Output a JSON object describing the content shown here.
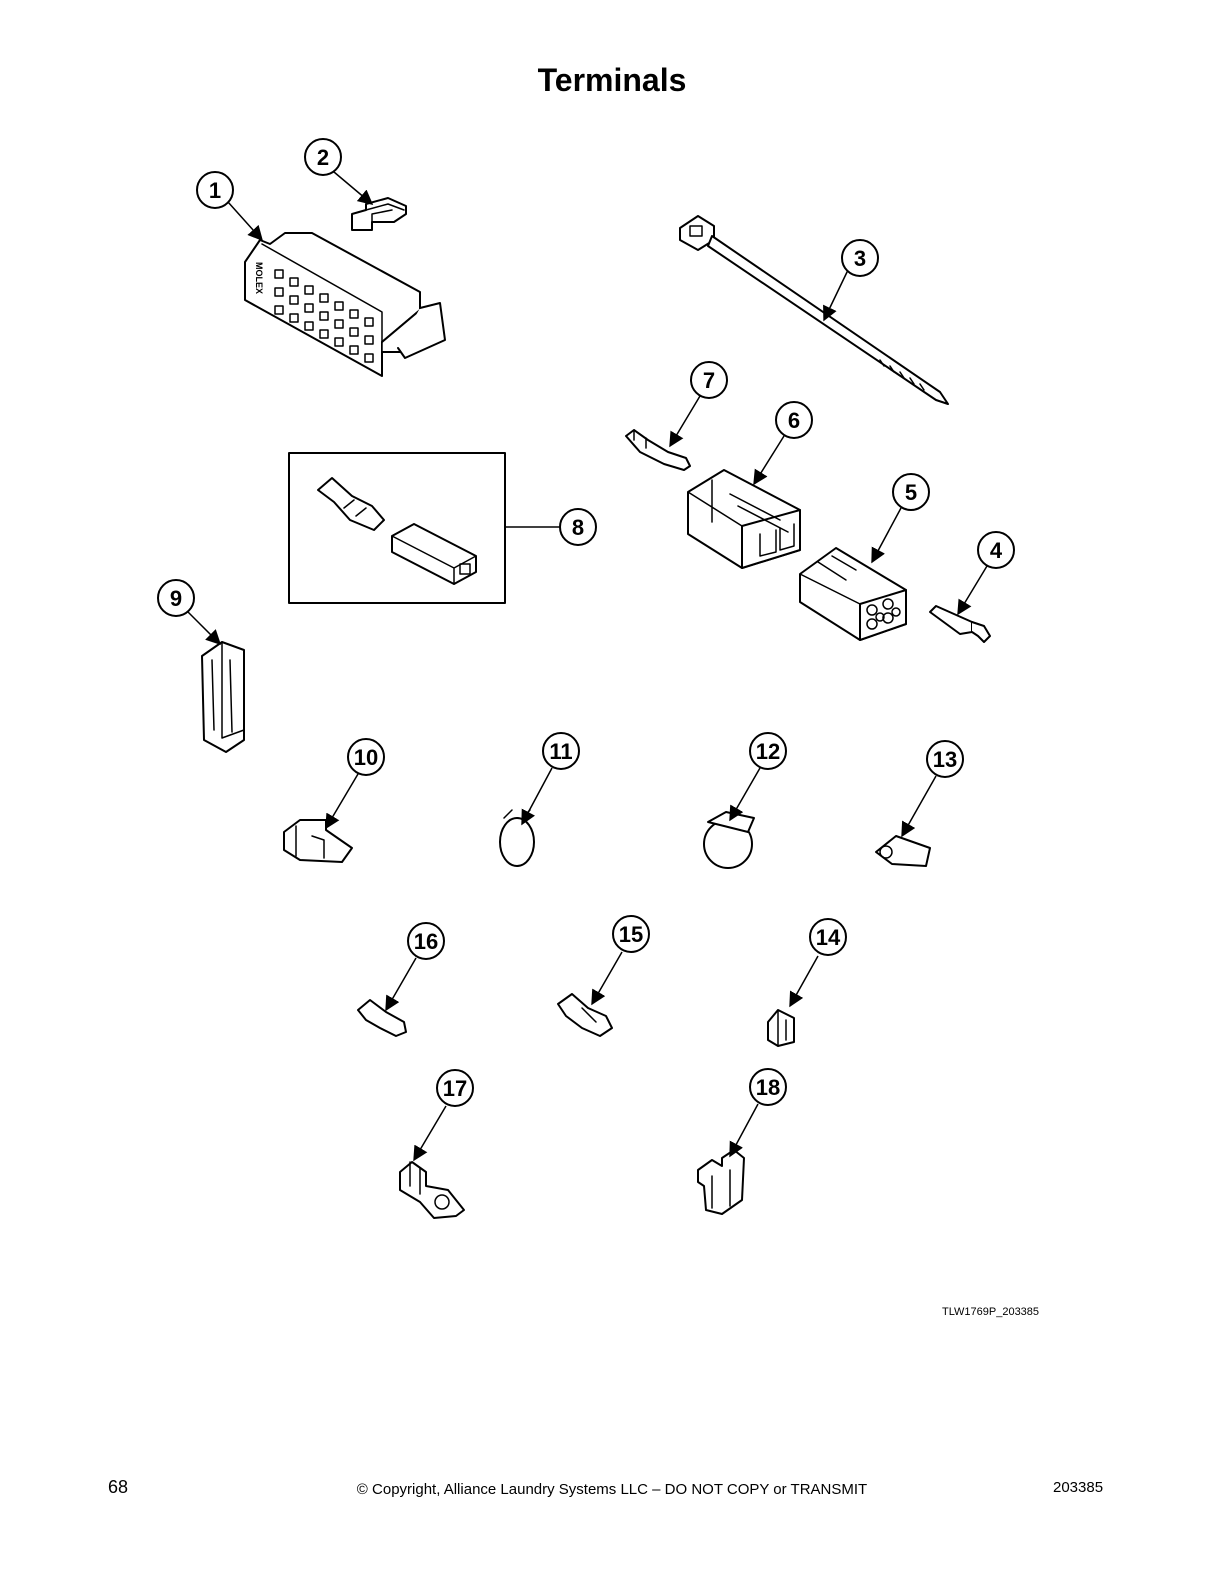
{
  "page": {
    "title": "Terminals",
    "drawing_ref": "TLW1769P_203385",
    "page_number": "68",
    "copyright": "© Copyright, Alliance Laundry Systems LLC – DO NOT COPY or TRANSMIT",
    "doc_number": "203385"
  },
  "connector_marking": "MOLEX",
  "callouts": [
    "1",
    "2",
    "3",
    "4",
    "5",
    "6",
    "7",
    "8",
    "9",
    "10",
    "11",
    "12",
    "13",
    "14",
    "15",
    "16",
    "17",
    "18"
  ]
}
